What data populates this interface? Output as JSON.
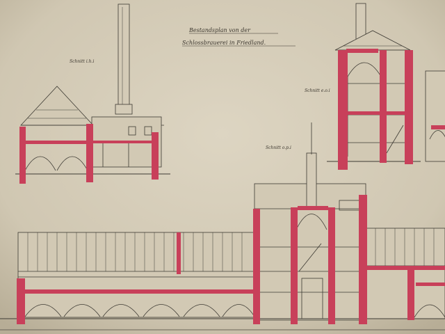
{
  "title": {
    "line1": "Bestandsplan von der",
    "line2": "Schlossbrauerei in Friedland."
  },
  "section_labels": {
    "a": "Schnitt i.h.i",
    "b": "Schnitt e.o.i",
    "c": "Schnitt o.p.i"
  },
  "colors": {
    "paper": "#d6cdb9",
    "paper_dark": "#b9ae97",
    "wall_section": "#c8405a",
    "line": "#3d3a33",
    "frame": "#6a6458"
  }
}
